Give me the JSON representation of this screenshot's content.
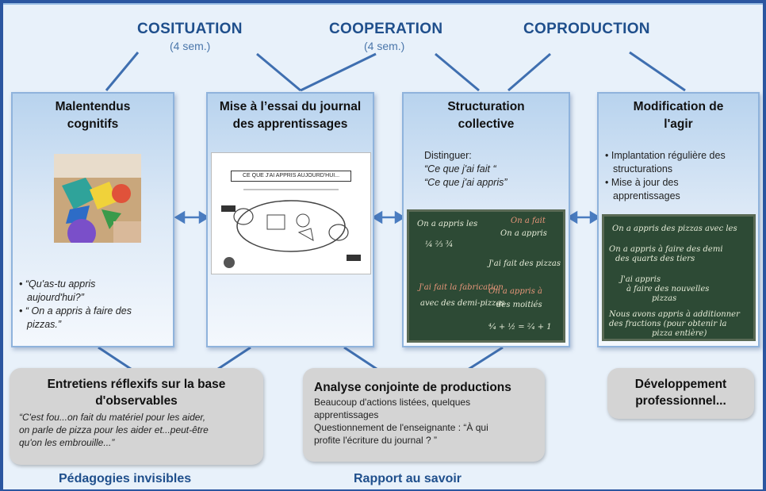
{
  "phases": {
    "cosituation": "COSITUATION",
    "cooperation": "COOPERATION",
    "coproduction": "COPRODUCTION",
    "duration_1": "(4 sem.)",
    "duration_2": "(4 sem.)"
  },
  "box1": {
    "title_line1": "Malentendus",
    "title_line2": "cognitifs",
    "quote1_a": "“Qu'as-tu appris",
    "quote1_b": "aujourd'hui?”",
    "quote2_a": "“ On a appris à faire des",
    "quote2_b": "pizzas.”"
  },
  "box2": {
    "title_line1": "Mise à l’essai du journal",
    "title_line2": "des apprentissages",
    "sheet_header": "CE QUE J'AI APPRIS AUJOURD'HUI..."
  },
  "box3": {
    "title_line1": "Structuration",
    "title_line2": "collective",
    "distinguer": "Distinguer:",
    "fait": "“Ce que j'ai fait “",
    "appris": "“Ce que j'ai appris”"
  },
  "box4": {
    "title_line1": "Modification de",
    "title_line2": "l'agir",
    "bullet1_a": "Implantation régulière des",
    "bullet1_b": "structurations",
    "bullet2_a": "Mise à jour des",
    "bullet2_b": "apprentissages"
  },
  "grey1": {
    "title_line1": "Entretiens réflexifs sur la base",
    "title_line2": "d'observables",
    "quote_l1": "“C'est fou...on fait du matériel pour les aider,",
    "quote_l2": "on parle de pizza pour les aider et...peut-être",
    "quote_l3": "qu'on les embrouille...”"
  },
  "grey2": {
    "title": "Analyse conjointe de productions",
    "line1": "Beaucoup d'actions listées, quelques",
    "line2": "apprentissages",
    "line3": "Questionnement de l'enseignante : “À qui",
    "line4": "profite l'écriture du journal ? ”"
  },
  "grey3": {
    "title_line1": "Développement",
    "title_line2": "professionnel..."
  },
  "footer": {
    "left": "Pédagogies invisibles",
    "center": "Rapport au savoir"
  },
  "colors": {
    "title_blue": "#1f4f8c",
    "connector_blue": "#3f6fb0",
    "box_border": "#8fb3dc",
    "grey_box": "#d4d4d4"
  }
}
